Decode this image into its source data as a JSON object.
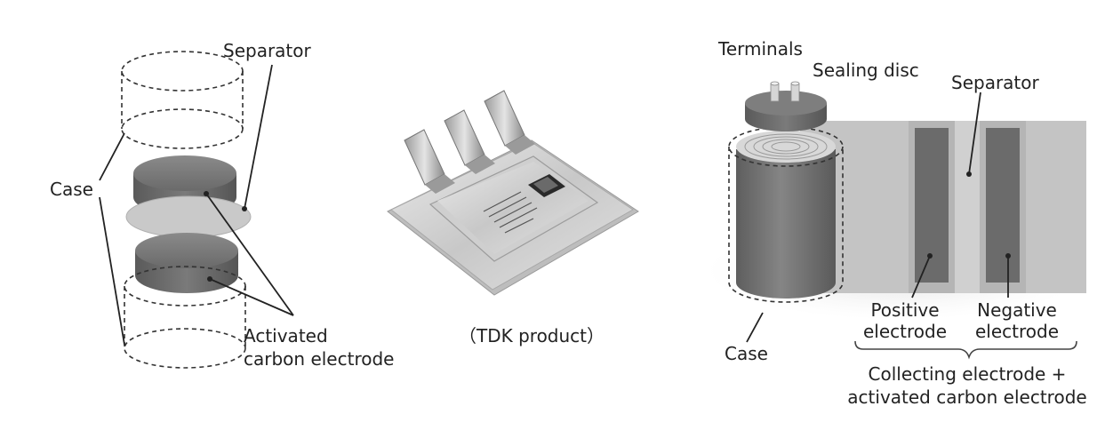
{
  "coin_cell": {
    "separator_label": "Separator",
    "case_label": "Case",
    "electrode_label_line1": "Activated",
    "electrode_label_line2": "carbon electrode"
  },
  "pouch_cell": {
    "caption": "（TDK product）"
  },
  "cylindrical_cell": {
    "terminals_label": "Terminals",
    "sealing_disc_label": "Sealing disc",
    "separator_label": "Separator",
    "case_label": "Case",
    "positive_line1": "Positive",
    "positive_line2": "electrode",
    "negative_line1": "Negative",
    "negative_line2": "electrode",
    "collecting_line1": "Collecting electrode +",
    "collecting_line2": "activated carbon electrode"
  },
  "colors": {
    "electrode": "#6b6b6b",
    "separator_sheet": "#c4c4c4",
    "case_body": "#707070",
    "pouch_foil": "#d6d6d6"
  }
}
